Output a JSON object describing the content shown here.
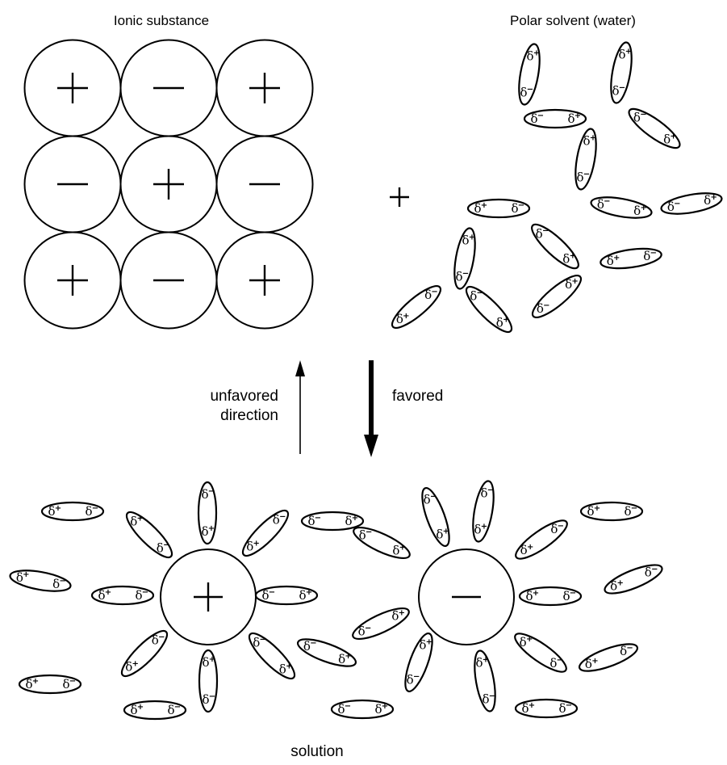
{
  "labels": {
    "ionic_substance": "Ionic substance",
    "polar_solvent": "Polar solvent (water)",
    "plus_sign": "+",
    "unfavored_line1": "unfavored",
    "unfavored_line2": "direction",
    "favored": "favored",
    "solution": "solution"
  },
  "dipole": {
    "delta": "δ",
    "plus": "+",
    "minus": "−"
  },
  "lattice": [
    [
      "+",
      "−",
      "+"
    ],
    [
      "−",
      "+",
      "−"
    ],
    [
      "+",
      "−",
      "+"
    ]
  ],
  "solution_ions": [
    "+",
    "−"
  ],
  "colors": {
    "ink": "#000000",
    "background": "#ffffff"
  }
}
